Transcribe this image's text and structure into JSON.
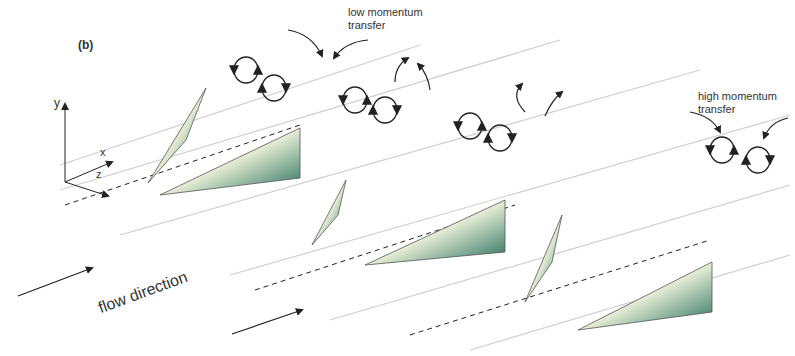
{
  "diagram": {
    "labels": [
      "(b)",
      "y",
      "x",
      "z",
      "low momentum transfer",
      "high momentum transfer",
      "flow direction"
    ]
  }
}
